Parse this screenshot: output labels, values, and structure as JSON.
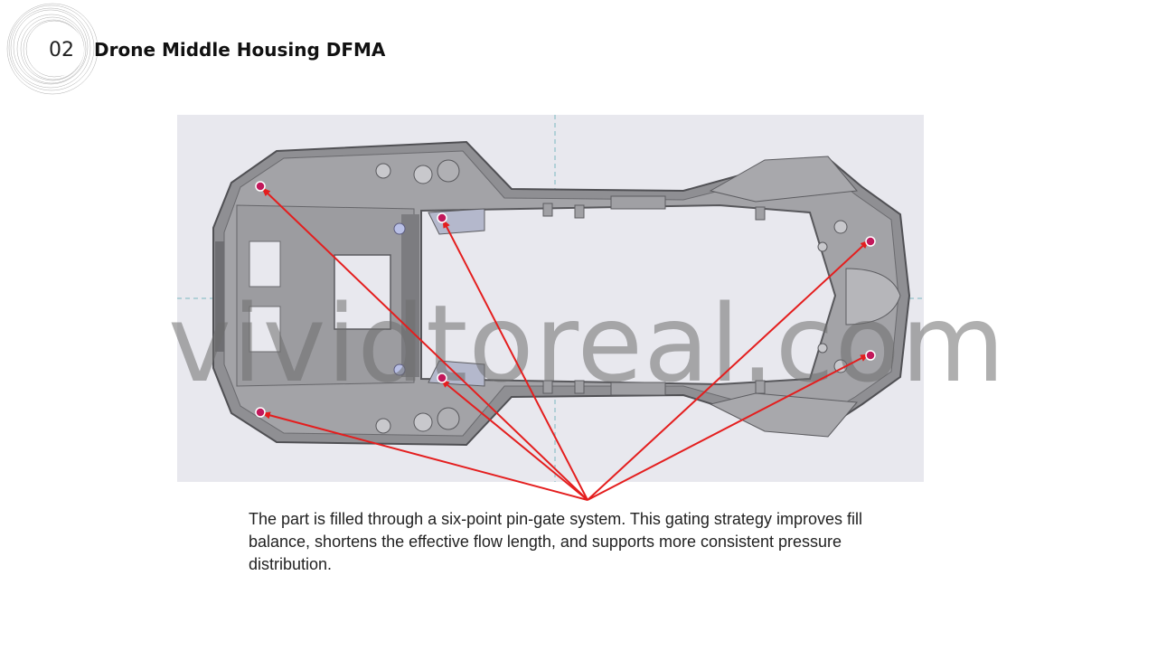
{
  "header": {
    "section_number": "02",
    "title": "Drone Middle Housing DFMA"
  },
  "figure": {
    "watermark": "vividtoreal.com",
    "arrow_color": "#e41e1e",
    "gate_color": "#c2185b"
  },
  "caption": {
    "text": "The part is filled through a six-point pin-gate system. This gating strategy improves fill balance, shortens the effective flow length, and supports more consistent pressure distribution."
  }
}
